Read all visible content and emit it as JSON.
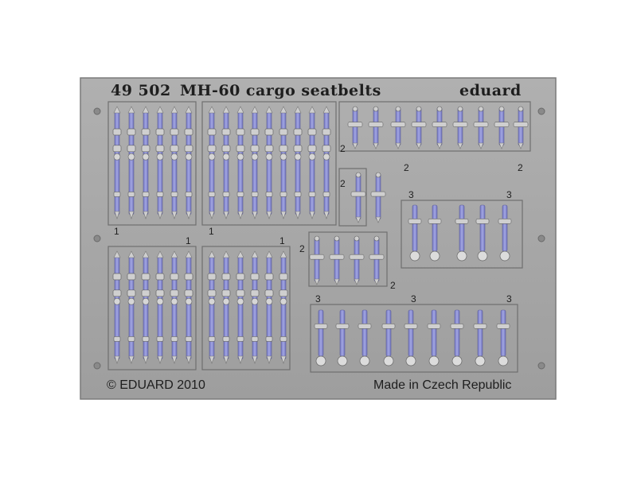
{
  "fret": {
    "product_code": "49 502",
    "product_name": "MH-60 cargo seatbelts",
    "brand": "eduard",
    "copyright": "© EDUARD 2010",
    "origin": "Made in Czech Republic",
    "part_numbers": {
      "p1": "1",
      "p2": "2",
      "p3": "3"
    }
  },
  "colors": {
    "metal": "#a6a6a6",
    "metal_edge": "#6f6f6f",
    "strap": "#8c8fd0",
    "strap_edge": "#5a5c96",
    "buckle": "#cfcfcf"
  },
  "icons": [
    "mounting-hole-icon"
  ]
}
